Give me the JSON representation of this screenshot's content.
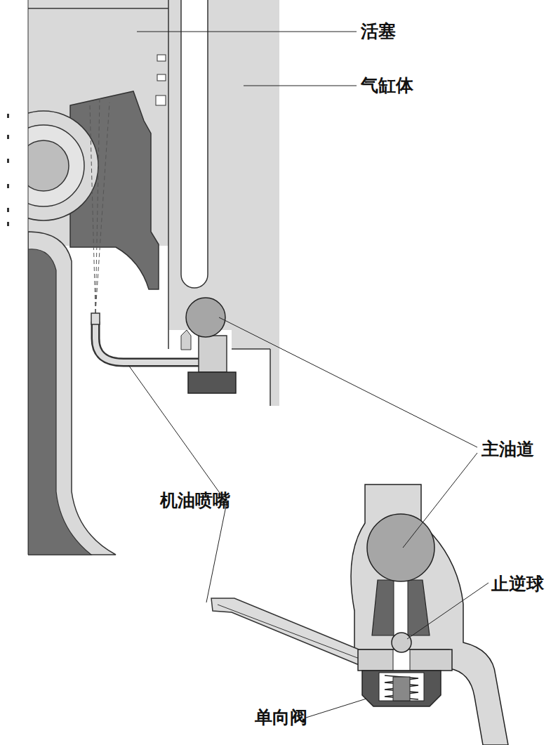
{
  "diagram": {
    "labels": [
      "活塞",
      "气缸体",
      "主油道",
      "机油喷嘴",
      "止逆球",
      "单向阀"
    ]
  }
}
